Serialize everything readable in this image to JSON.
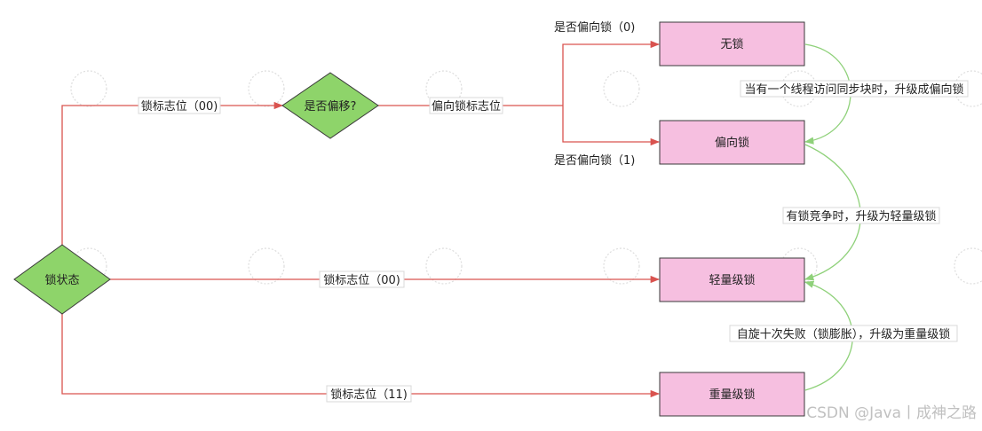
{
  "colors": {
    "red_edge": "#d9534f",
    "green_edge": "#8fd17a",
    "diamond_fill": "#8ed46a",
    "box_fill": "#f6bfe0",
    "box_stroke": "#3a3a3a"
  },
  "nodes": {
    "lock_state": "锁状态",
    "is_biased": "是否偏移?",
    "no_lock": "无锁",
    "biased_lock": "偏向锁",
    "lightweight_lock": "轻量级锁",
    "heavyweight_lock": "重量级锁"
  },
  "edges": {
    "to_is_biased": "锁标志位（00)",
    "biased_flag": "偏向锁标志位",
    "biased_0": "是否偏向锁（0)",
    "biased_1": "是否偏向锁（1)",
    "to_lightweight": "锁标志位（00)",
    "to_heavyweight": "锁标志位（11)",
    "upgrade_to_biased": "当有一个线程访问同步块时，升级成偏向锁",
    "upgrade_to_lightweight": "有锁竞争时，升级为轻量级锁",
    "upgrade_to_heavyweight": "自旋十次失败（锁膨胀），升级为重量级锁"
  },
  "watermark": "CSDN @Java丨成神之路"
}
